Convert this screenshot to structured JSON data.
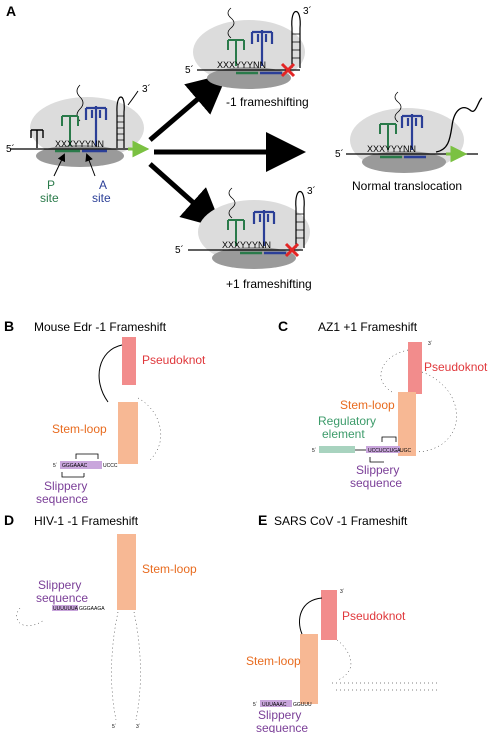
{
  "colors": {
    "p_site": "#2a7a4a",
    "a_site": "#2b3f97",
    "stop": "#e32525",
    "arrow_green": "#7bc142",
    "pseudoknot": "#e0383c",
    "stem_loop": "#e86b1f",
    "slippery": "#7b3f98",
    "regulatory": "#3c9b6a",
    "ribosome_small": "#9a9a9a",
    "ribosome_large": "#dcdcdc"
  },
  "panelA": {
    "letter": "A",
    "prime5": "5´",
    "prime3": "3´",
    "codons": "XXXYYYNN",
    "p_site": "P\nsite",
    "a_site": "A\nsite",
    "p_site_l1": "P",
    "p_site_l2": "site",
    "a_site_l1": "A",
    "a_site_l2": "site",
    "minus1": "-1 frameshifting",
    "plus1": "+1 frameshifting",
    "normal": "Normal translocation"
  },
  "panelB": {
    "letter": "B",
    "title": "Mouse Edr -1 Frameshift",
    "pseudoknot": "Pseudoknot",
    "stem_loop": "Stem-loop",
    "slippery_l1": "Slippery",
    "slippery_l2": "sequence",
    "slip_seq": "GGGAAAC",
    "after_seq": "UCCC",
    "prime5": "5´"
  },
  "panelC": {
    "letter": "C",
    "title": "AZ1 +1 Frameshift",
    "pseudoknot": "Pseudoknot",
    "stem_loop": "Stem-loop",
    "regulatory_l1": "Regulatory",
    "regulatory_l2": "element",
    "slippery_l1": "Slippery",
    "slippery_l2": "sequence",
    "slip_seq": "UCCUCCUGA",
    "after_seq": "UGC",
    "prime5": "5´",
    "prime3": "3´"
  },
  "panelD": {
    "letter": "D",
    "title": "HIV-1 -1 Frameshift",
    "stem_loop": "Stem-loop",
    "slippery_l1": "Slippery",
    "slippery_l2": "sequence",
    "slip_seq": "UUUUUUA",
    "after_seq": "GGGAAGA",
    "prime5": "5´",
    "prime3": "3´"
  },
  "panelE": {
    "letter": "E",
    "title": "SARS CoV -1 Frameshift",
    "pseudoknot": "Pseudoknot",
    "stem_loop": "Stem-loop",
    "slippery_l1": "Slippery",
    "slippery_l2": "sequence",
    "slip_seq": "UUUAAAC",
    "after_seq": "GGUUU",
    "prime5": "5´",
    "prime3": "3´"
  }
}
